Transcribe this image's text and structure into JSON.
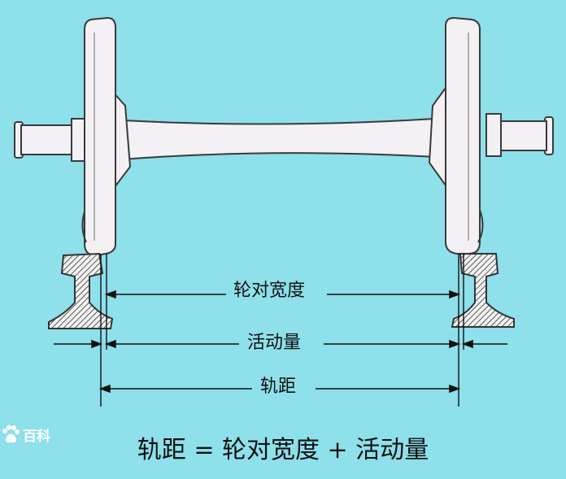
{
  "labels": {
    "wheel_back_to_back": "轮对宽度",
    "play": "活动量",
    "track_gauge": "轨距"
  },
  "formula": "轨距 = 轮对宽度 + 活动量",
  "watermark": {
    "text": "百科",
    "icon": "baidu-paw-icon"
  },
  "colors": {
    "background": "#8ee0ea",
    "part_fill": "#f4f1f4",
    "outline": "#3a3a3a",
    "line": "#111111"
  }
}
